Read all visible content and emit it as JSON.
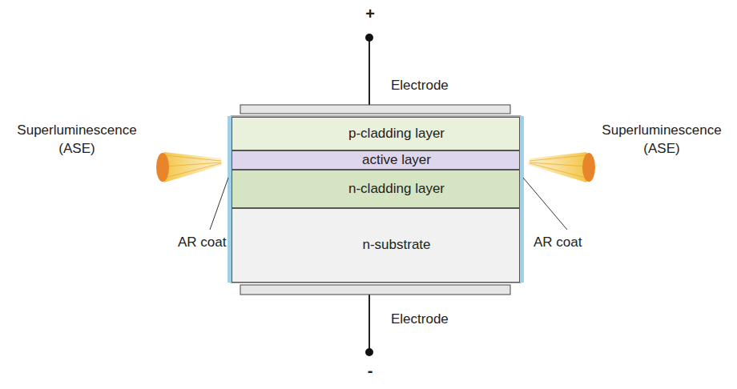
{
  "diagram": {
    "nodes": [
      {
        "text": [
          "p-cladding layer"
        ]
      },
      {
        "text": [
          "active layer"
        ]
      },
      {
        "text": [
          "n-cladding layer"
        ]
      },
      {
        "text": [
          "n-substrate"
        ]
      }
    ],
    "labels": [
      "+",
      "Electrode",
      "Superluminescence (ASE)",
      "Superluminescence (ASE)",
      "AR coat",
      "AR coat",
      "Electrode",
      "-"
    ]
  }
}
